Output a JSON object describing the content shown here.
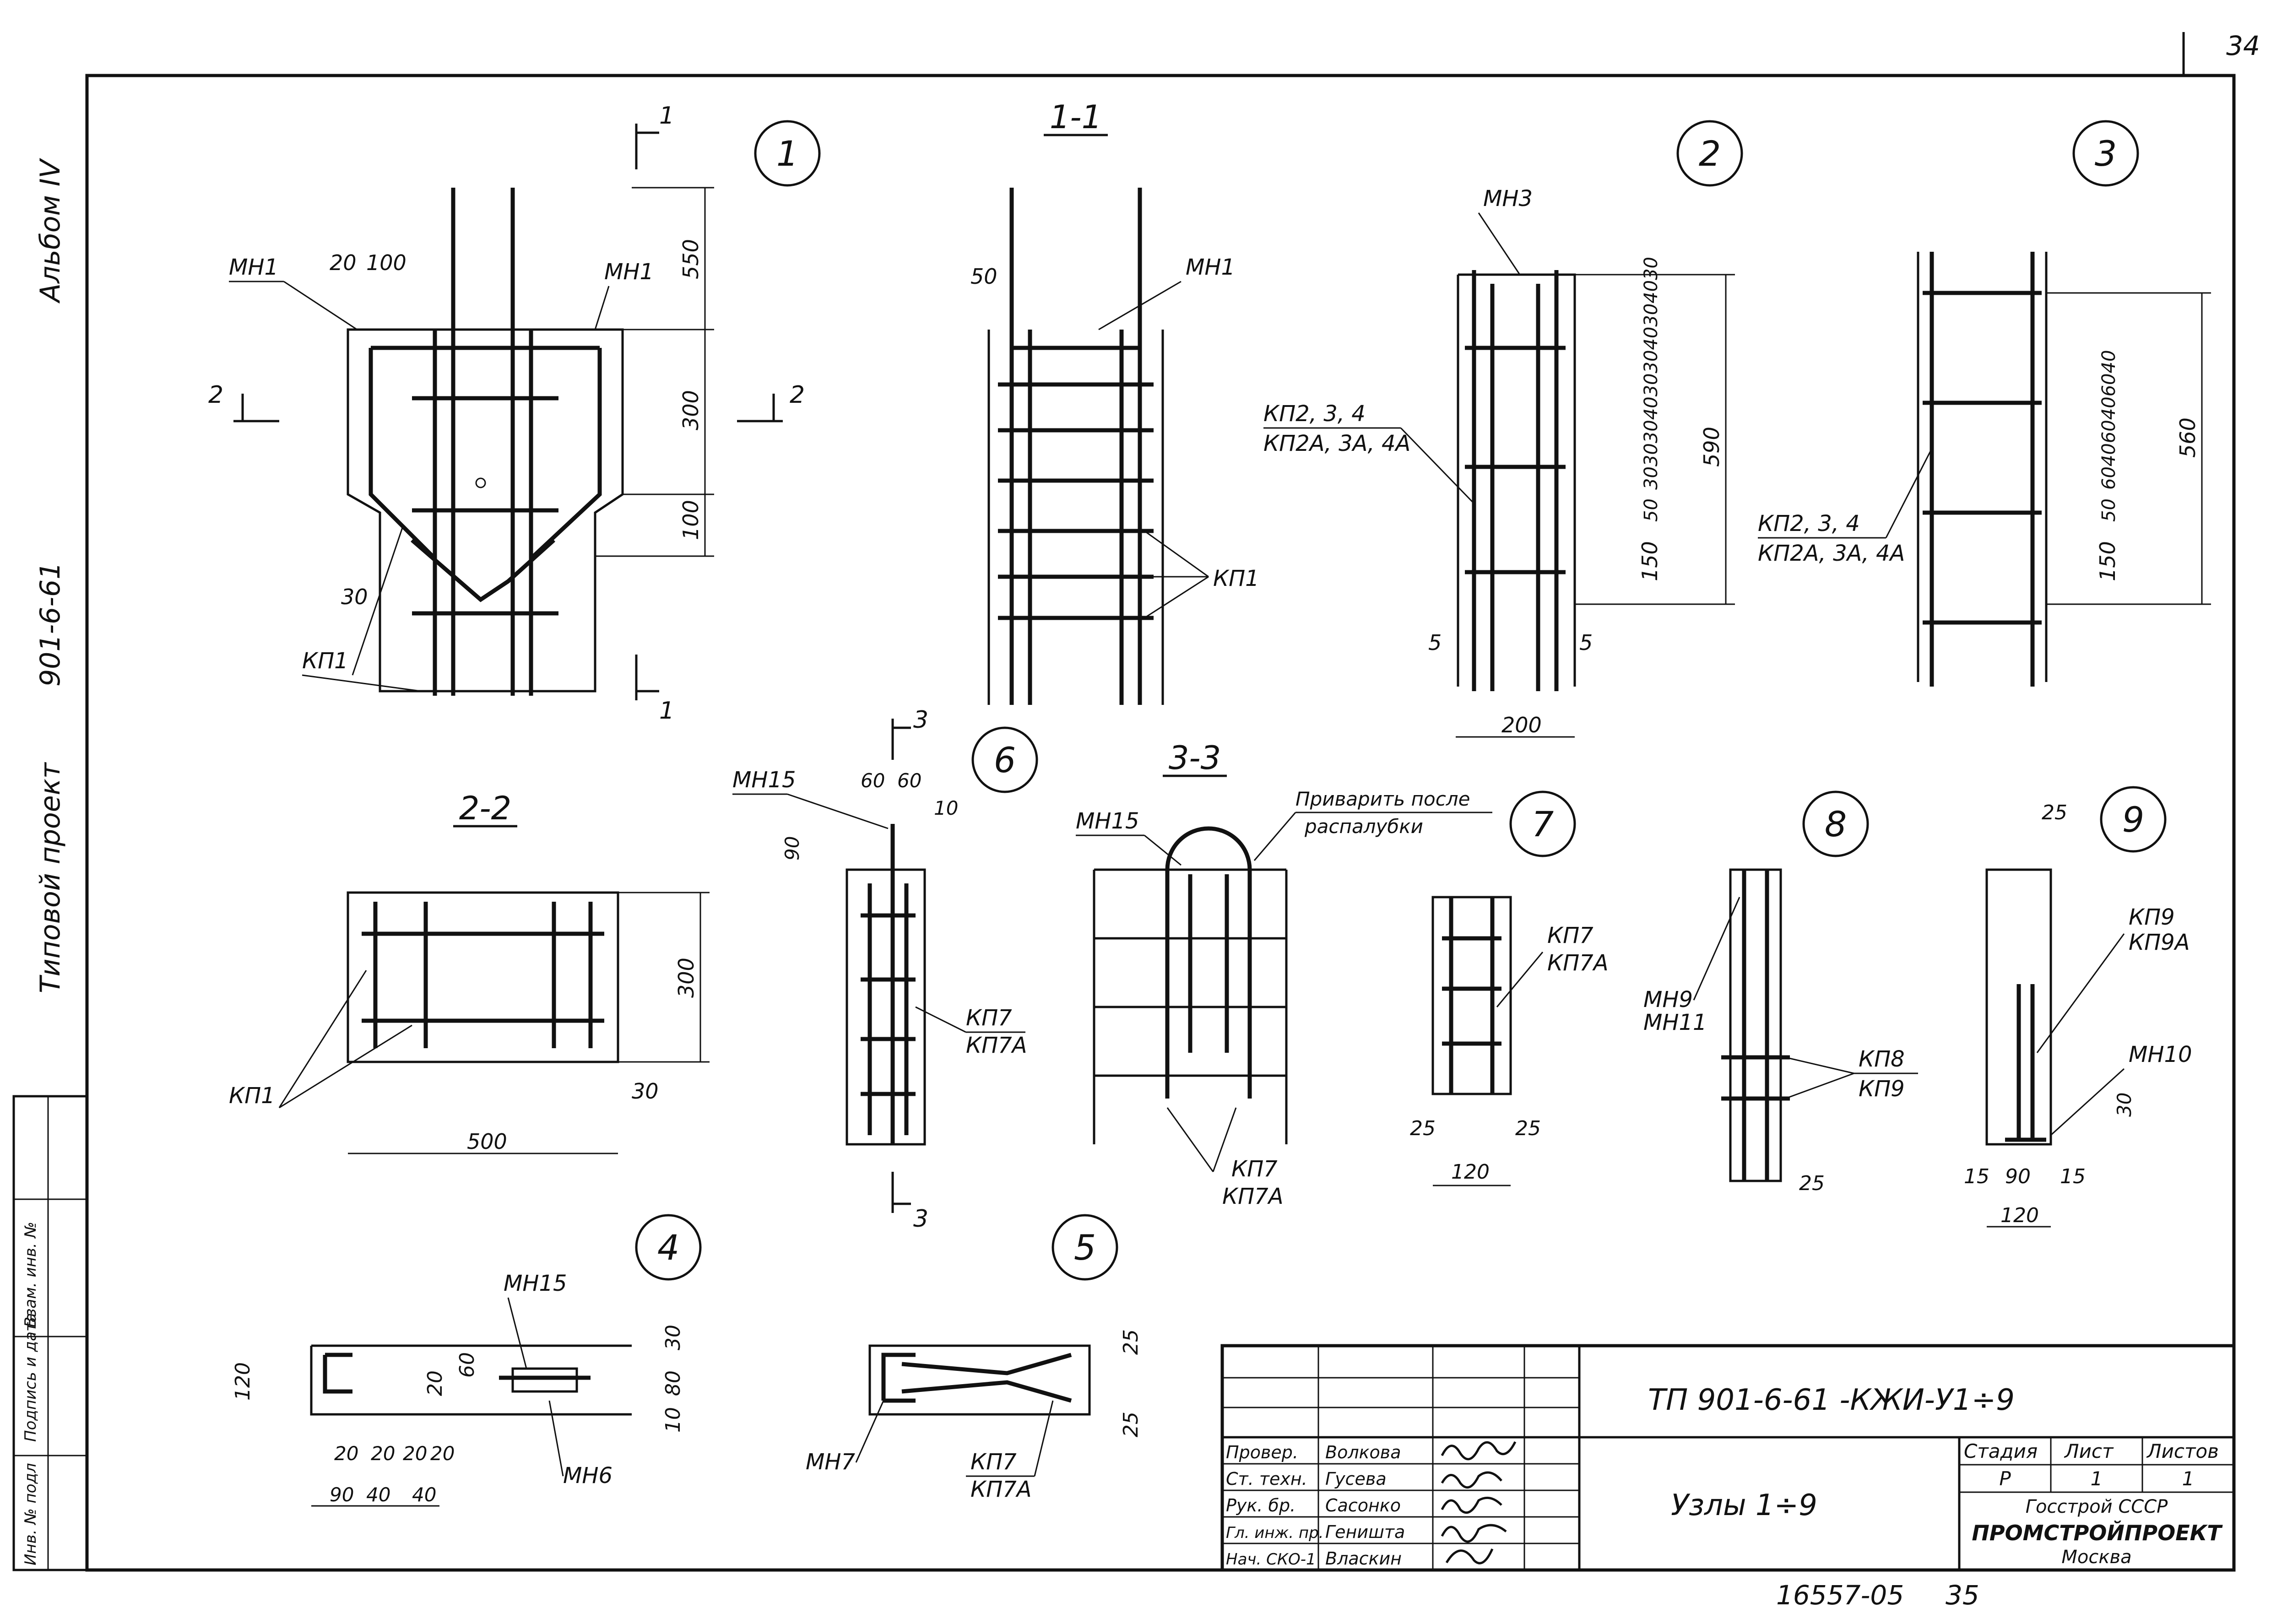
{
  "sheet_number": "34",
  "margin": {
    "album": "Альбом IV",
    "project_label": "Типовой проект",
    "project_number": "901-6-61"
  },
  "stamp_left": {
    "labels": [
      "Инв. № подл",
      "Подпись и дата",
      "Взам. инв. №"
    ]
  },
  "nodes": [
    "1",
    "2",
    "3",
    "4",
    "5",
    "6",
    "7",
    "8",
    "9"
  ],
  "sections": {
    "s11": "1-1",
    "s22": "2-2",
    "s33": "3-3",
    "mark1": "1",
    "mark2": "2",
    "mark3": "3"
  },
  "labels": {
    "mn1": "МН1",
    "mn3": "МН3",
    "mn6": "МН6",
    "mn7": "МН7",
    "mn9": "МН9",
    "mn10": "МН10",
    "mn11": "МН11",
    "mn15": "МН15",
    "kp1": "КП1",
    "kp2": "КП2, 3, 4",
    "kp2a": "КП2А, 3А, 4А",
    "kp7": "КП7",
    "kp7a": "КП7А",
    "kp8": "КП8",
    "kp9": "КП9",
    "kp9a": "КП9А",
    "weld": "Приварить после",
    "weld2": "распалубки"
  },
  "dims": {
    "n1": [
      "20",
      "100",
      "550",
      "300",
      "100",
      "30"
    ],
    "s22": [
      "300",
      "500",
      "30"
    ],
    "s11": [
      "50"
    ],
    "n2": [
      "590",
      "150",
      "50",
      "30",
      "40",
      "5",
      "200"
    ],
    "n2_stack": "30303040303040304030",
    "n3": [
      "560",
      "150",
      "50",
      "60",
      "40"
    ],
    "n3_stack": "604060406040",
    "n4": [
      "120",
      "60",
      "30",
      "80",
      "10",
      "20",
      "90",
      "40"
    ],
    "n5": [
      "25"
    ],
    "n6": [
      "60",
      "10",
      "90"
    ],
    "n7": [
      "25",
      "120"
    ],
    "n8": [
      "25"
    ],
    "n9": [
      "25",
      "15",
      "90",
      "120",
      "30"
    ]
  },
  "title_block": {
    "code": "ТП 901-6-61 -КЖИ-У1÷9",
    "title": "Узлы 1÷9",
    "col_stage": "Стадия",
    "col_sheet": "Лист",
    "col_sheets": "Листов",
    "stage": "Р",
    "sheet": "1",
    "sheets": "1",
    "org1": "Госстрой СССР",
    "org2": "ПРОМСТРОЙПРОЕКТ",
    "org3": "Москва",
    "rows": [
      {
        "role": "Провер.",
        "name": "Волкова"
      },
      {
        "role": "Ст. техн.",
        "name": "Гусева"
      },
      {
        "role": "Рук. бр.",
        "name": "Сасонко"
      },
      {
        "role": "Гл. инж. пр.",
        "name": "Геништа"
      },
      {
        "role": "Нач. СКО-1",
        "name": "Власкин"
      }
    ]
  },
  "footer": {
    "archive": "16557-05",
    "page": "35"
  }
}
